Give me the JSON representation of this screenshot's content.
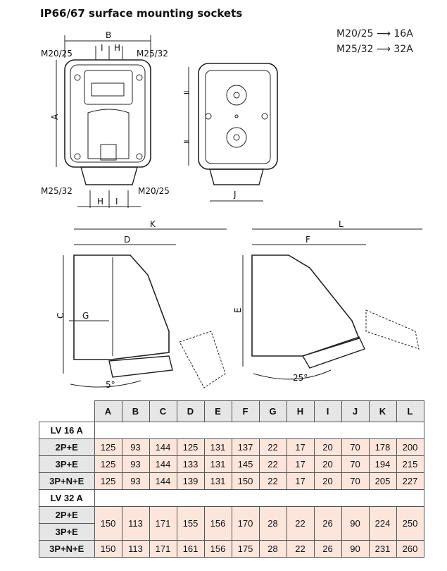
{
  "title": "IP66/67 surface mounting sockets",
  "legend": [
    "M20/25 ⟶ 16A",
    "M25/32 ⟶ 32A"
  ],
  "drawing_labels": {
    "B": "B",
    "A": "A",
    "H": "H",
    "I": "I",
    "J": "J",
    "K": "K",
    "D": "D",
    "C": "C",
    "G": "G",
    "L": "L",
    "F": "F",
    "E": "E",
    "M2025": "M20/25",
    "M2532": "M25/32",
    "angle1": "5°",
    "angle2": "25°",
    "eq": "="
  },
  "table": {
    "columns": [
      "A",
      "B",
      "C",
      "D",
      "E",
      "F",
      "G",
      "H",
      "I",
      "J",
      "K",
      "L"
    ],
    "groups": [
      {
        "label": "LV 16 A",
        "rows": [
          {
            "label": "2P+E",
            "values": [
              125,
              93,
              144,
              125,
              131,
              137,
              22,
              17,
              20,
              70,
              178,
              200
            ]
          },
          {
            "label": "3P+E",
            "values": [
              125,
              93,
              144,
              133,
              131,
              145,
              22,
              17,
              20,
              70,
              194,
              215
            ]
          },
          {
            "label": "3P+N+E",
            "values": [
              125,
              93,
              144,
              139,
              131,
              150,
              22,
              17,
              20,
              70,
              205,
              227
            ]
          }
        ]
      },
      {
        "label": "LV 32 A",
        "merged_labels": [
          "2P+E",
          "3P+E"
        ],
        "merged_values": [
          150,
          113,
          171,
          155,
          156,
          170,
          28,
          22,
          26,
          90,
          224,
          250
        ],
        "rows": [
          {
            "label": "3P+N+E",
            "values": [
              150,
              113,
              171,
              161,
              156,
              175,
              28,
              22,
              26,
              90,
              231,
              260
            ]
          }
        ]
      }
    ]
  }
}
